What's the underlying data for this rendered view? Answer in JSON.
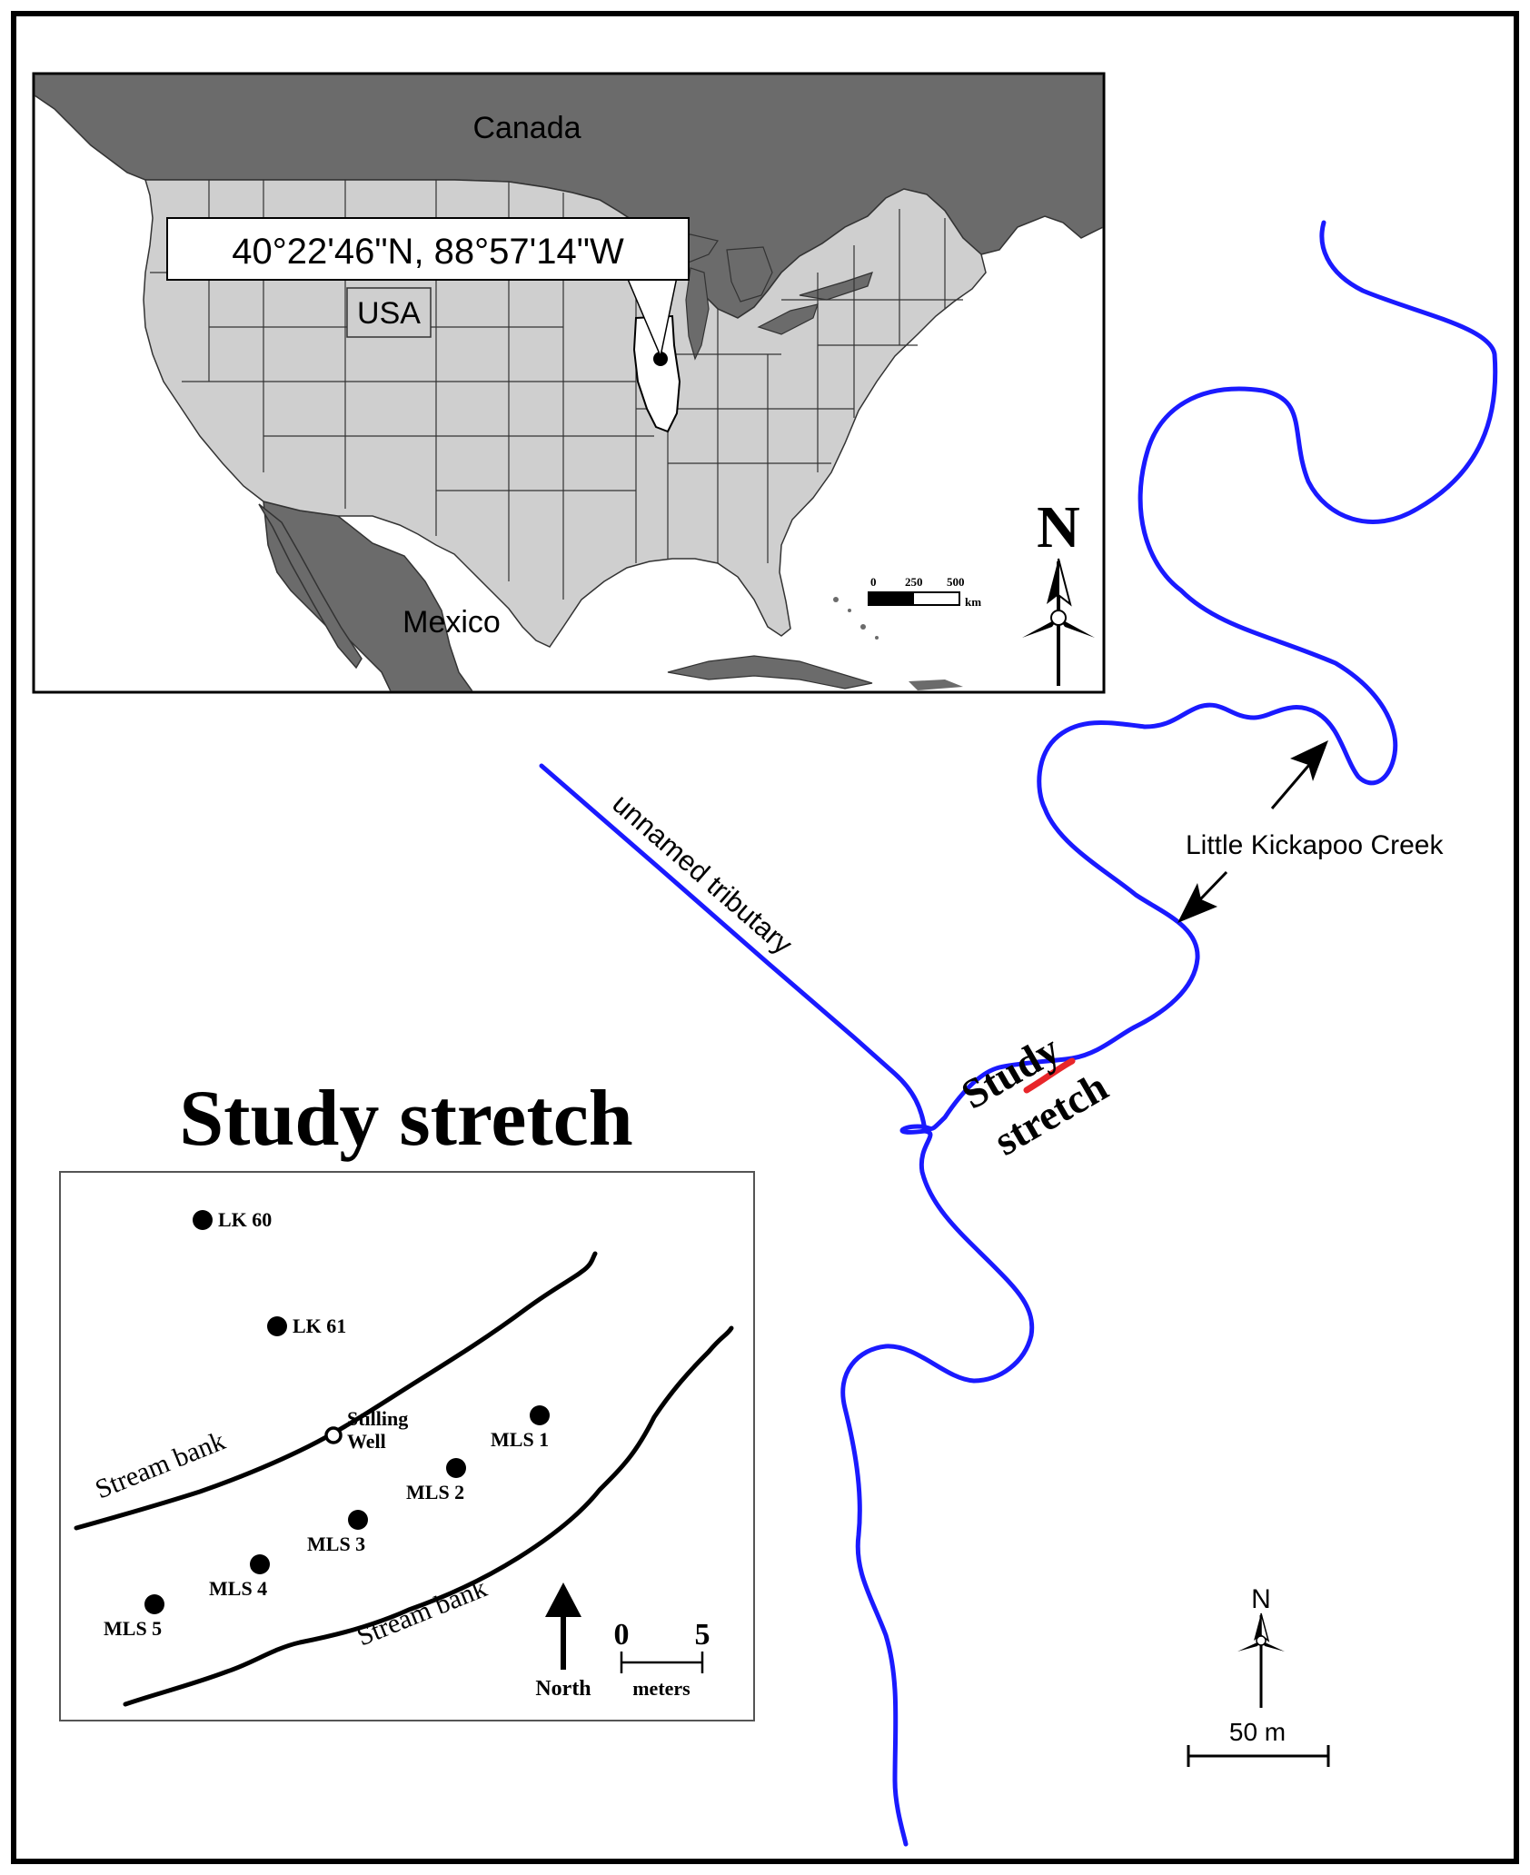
{
  "inset_map": {
    "country_canada": "Canada",
    "country_usa": "USA",
    "country_mexico": "Mexico",
    "coordinates_label": "40°22'46\"N, 88°57'14\"W",
    "scale": {
      "ticks": [
        "0",
        "250",
        "500"
      ],
      "unit": "km"
    },
    "north_label": "N"
  },
  "main_map": {
    "tributary_label": "unnamed tributary",
    "creek_label": "Little Kickapoo Creek",
    "study_label_line1": "Study",
    "study_label_line2": "stretch",
    "north_label": "N",
    "scale_label": "50 m",
    "colors": {
      "stream": "#1a1aff",
      "study_reach": "#e8262a",
      "land_dark": "#6b6b6b",
      "land_light": "#cfcfcf"
    }
  },
  "detail_map": {
    "title": "Study stretch",
    "wells": [
      "LK 60",
      "LK 61",
      "MLS 1",
      "MLS 2",
      "MLS 3",
      "MLS 4",
      "MLS 5"
    ],
    "stilling_well_line1": "Stilling",
    "stilling_well_line2": "Well",
    "bank_label_upper": "Stream bank",
    "bank_label_lower": "Stream bank",
    "north_label": "North",
    "scale_ticks": [
      "0",
      "5"
    ],
    "scale_unit": "meters"
  }
}
